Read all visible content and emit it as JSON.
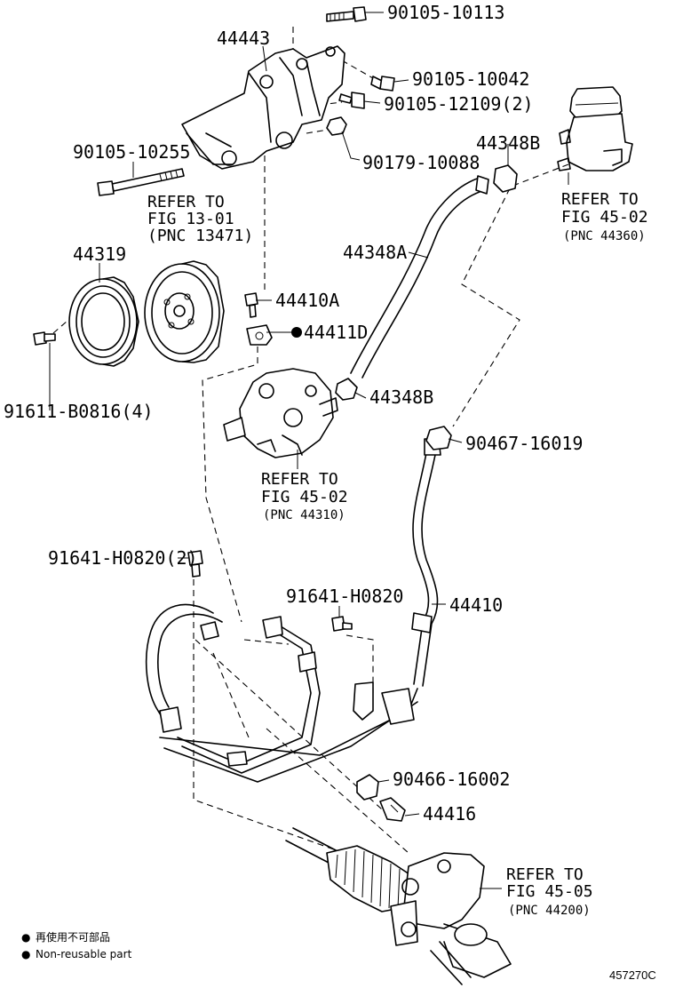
{
  "parts": {
    "bolt_top": "90105-10113",
    "bracket": "44443",
    "bolt_10042": "90105-10042",
    "bolt_12109": "90105-12109(2)",
    "bolt_long": "90105-10255",
    "nut": "90179-10088",
    "pulley": "44319",
    "bolt_pulley": "91611-B0816(4)",
    "bolt_44410a": "44410A",
    "gasket": "44411D",
    "clamp_top": "44348B",
    "hose": "44348A",
    "clamp_pump": "44348B",
    "clip_upper": "90467-16019",
    "pressure_tube": "44410",
    "bolt_2": "91641-H0820(2)",
    "bolt_single": "91641-H0820",
    "clip_lower": "90466-16002",
    "union": "44416"
  },
  "references": {
    "fig13": {
      "line1": "REFER TO",
      "line2": "FIG 13-01",
      "line3": "(PNC 13471)"
    },
    "fig45_reservoir": {
      "line1": "REFER TO",
      "line2": "FIG 45-02",
      "line3": "(PNC 44360)"
    },
    "fig45_pump": {
      "line1": "REFER TO",
      "line2": "FIG 45-02",
      "line3": "(PNC 44310)"
    },
    "fig45_gear": {
      "line1": "REFER TO",
      "line2": "FIG 45-05",
      "line3": "(PNC 44200)"
    }
  },
  "legend": {
    "japanese": "再使用不可部品",
    "english": "Non-reusable part",
    "bullet": "●"
  },
  "catalog_number": "457270C"
}
